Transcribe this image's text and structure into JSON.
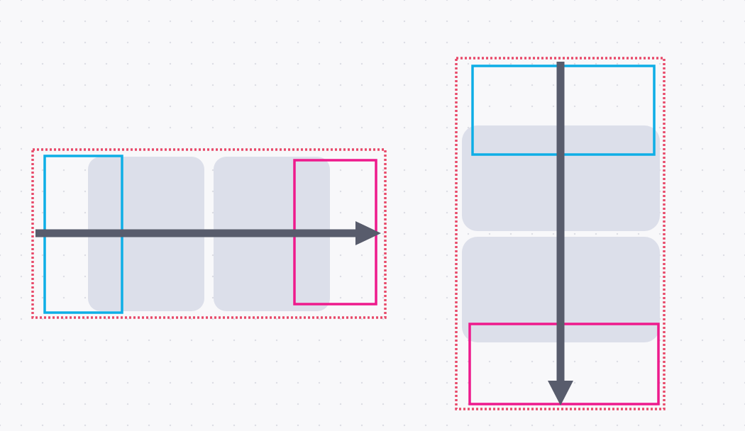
{
  "diagram": {
    "description_note": "",
    "colors": {
      "background": "#f8f8fa",
      "dot_grid": "#dcdde4",
      "item_fill": "#dcdfea",
      "arrow": "#585c6c",
      "viewport_border": "#e84a6a",
      "start_marker": "#0eaee6",
      "end_marker": "#ee1a8c"
    },
    "horizontal_example": {
      "direction": "horizontal",
      "item_count": 2
    },
    "vertical_example": {
      "direction": "vertical",
      "item_count": 2
    }
  }
}
